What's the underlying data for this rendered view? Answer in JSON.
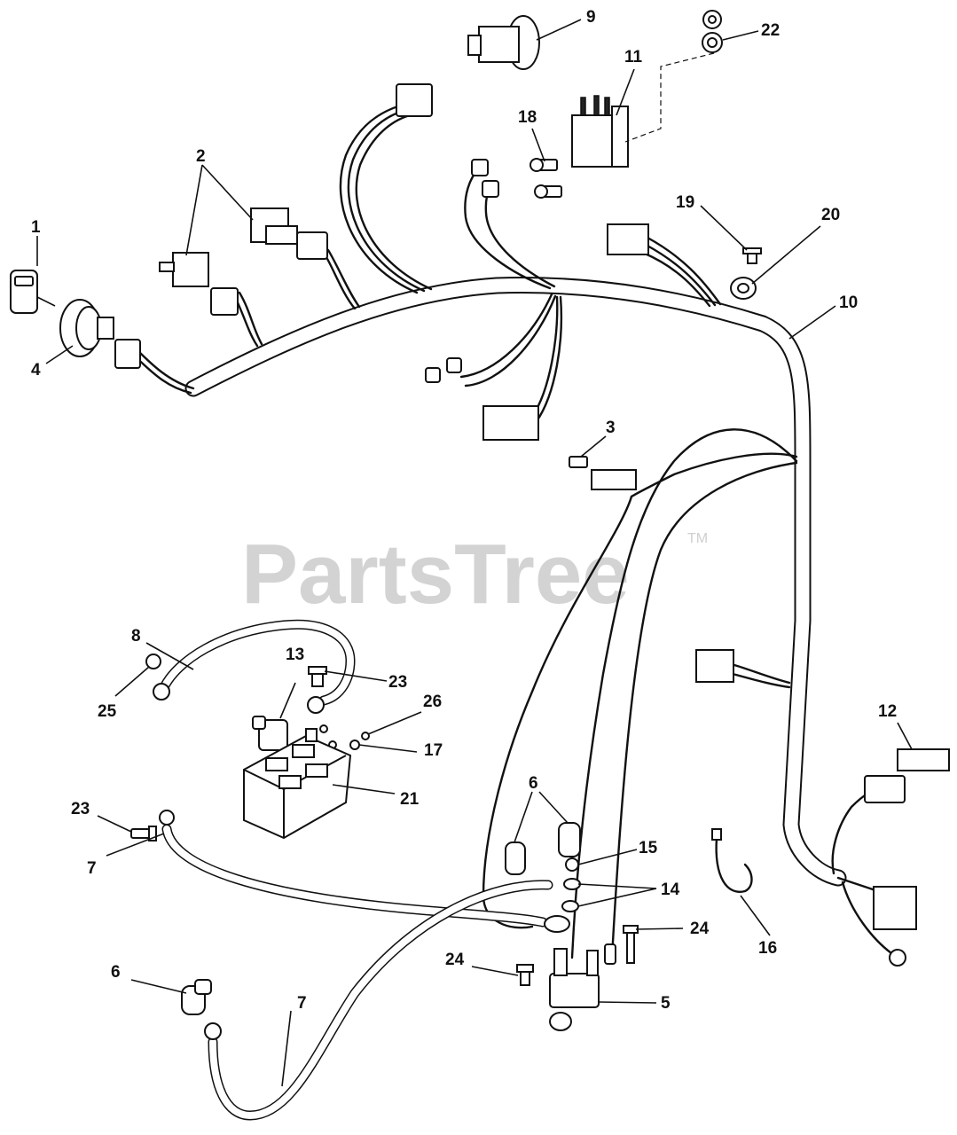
{
  "watermark": {
    "text": "PartsTree",
    "trademark": "TM"
  },
  "callouts": [
    {
      "id": "1",
      "label": "1"
    },
    {
      "id": "2",
      "label": "2"
    },
    {
      "id": "3",
      "label": "3"
    },
    {
      "id": "4",
      "label": "4"
    },
    {
      "id": "5",
      "label": "5"
    },
    {
      "id": "6a",
      "label": "6"
    },
    {
      "id": "6b",
      "label": "6"
    },
    {
      "id": "7a",
      "label": "7"
    },
    {
      "id": "7b",
      "label": "7"
    },
    {
      "id": "8",
      "label": "8"
    },
    {
      "id": "9",
      "label": "9"
    },
    {
      "id": "10",
      "label": "10"
    },
    {
      "id": "11",
      "label": "11"
    },
    {
      "id": "12",
      "label": "12"
    },
    {
      "id": "13",
      "label": "13"
    },
    {
      "id": "14",
      "label": "14"
    },
    {
      "id": "15",
      "label": "15"
    },
    {
      "id": "16",
      "label": "16"
    },
    {
      "id": "17",
      "label": "17"
    },
    {
      "id": "18",
      "label": "18"
    },
    {
      "id": "19",
      "label": "19"
    },
    {
      "id": "20",
      "label": "20"
    },
    {
      "id": "21",
      "label": "21"
    },
    {
      "id": "22",
      "label": "22"
    },
    {
      "id": "23a",
      "label": "23"
    },
    {
      "id": "23b",
      "label": "23"
    },
    {
      "id": "24a",
      "label": "24"
    },
    {
      "id": "24b",
      "label": "24"
    },
    {
      "id": "25",
      "label": "25"
    },
    {
      "id": "26",
      "label": "26"
    }
  ]
}
